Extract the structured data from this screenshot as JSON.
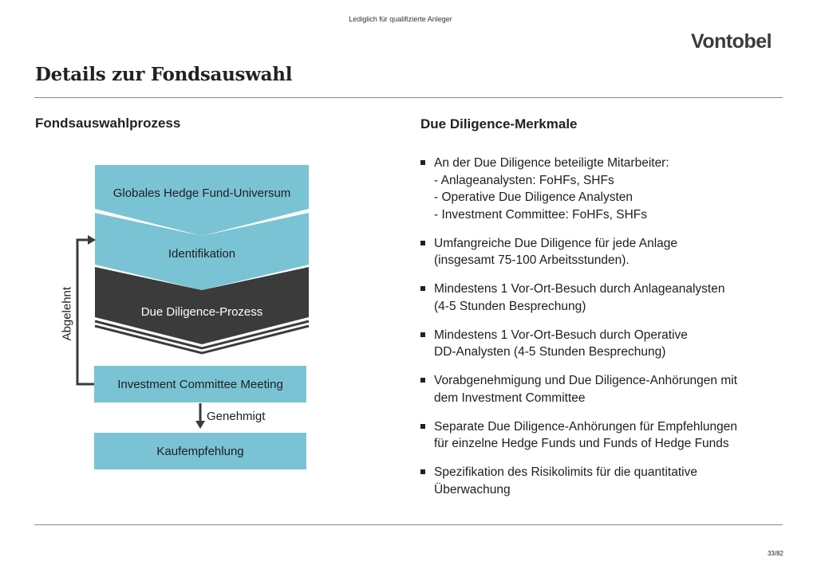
{
  "header": {
    "disclaimer": "Lediglich für qualifizierte Anleger",
    "logo": "Vontobel",
    "title": "Details zur Fondsauswahl"
  },
  "left": {
    "heading": "Fondsauswahlprozess",
    "steps": {
      "universe": "Globales Hedge Fund-Universum",
      "identification": "Identifikation",
      "due_diligence": "Due Diligence-Prozess",
      "committee": "Investment Committee Meeting",
      "recommendation": "Kaufempfehlung"
    },
    "rejected_label": "Abgelehnt",
    "approved_label": "Genehmigt",
    "colors": {
      "light_blue": "#7ac3d4",
      "dark": "#3a3b3a"
    }
  },
  "right": {
    "heading": "Due Diligence-Merkmale",
    "bullets": [
      "An der Due Diligence beteiligte Mitarbeiter:\n- Anlageanalysten: FoHFs, SHFs\n- Operative Due Diligence Analysten\n- Investment Committee: FoHFs, SHFs",
      "Umfangreiche Due Diligence für jede Anlage\n(insgesamt 75-100 Arbeitsstunden).",
      "Mindestens 1 Vor-Ort-Besuch durch Anlageanalysten\n(4-5 Stunden Besprechung)",
      "Mindestens 1 Vor-Ort-Besuch durch Operative\nDD-Analysten (4-5 Stunden Besprechung)",
      "Vorabgenehmigung und Due Diligence-Anhörungen mit\ndem Investment Committee",
      "Separate Due Diligence-Anhörungen für Empfehlungen\nfür einzelne Hedge Funds und Funds of Hedge Funds",
      "Spezifikation des Risikolimits für die quantitative\nÜberwachung"
    ]
  },
  "footer": {
    "page": "33/82"
  }
}
